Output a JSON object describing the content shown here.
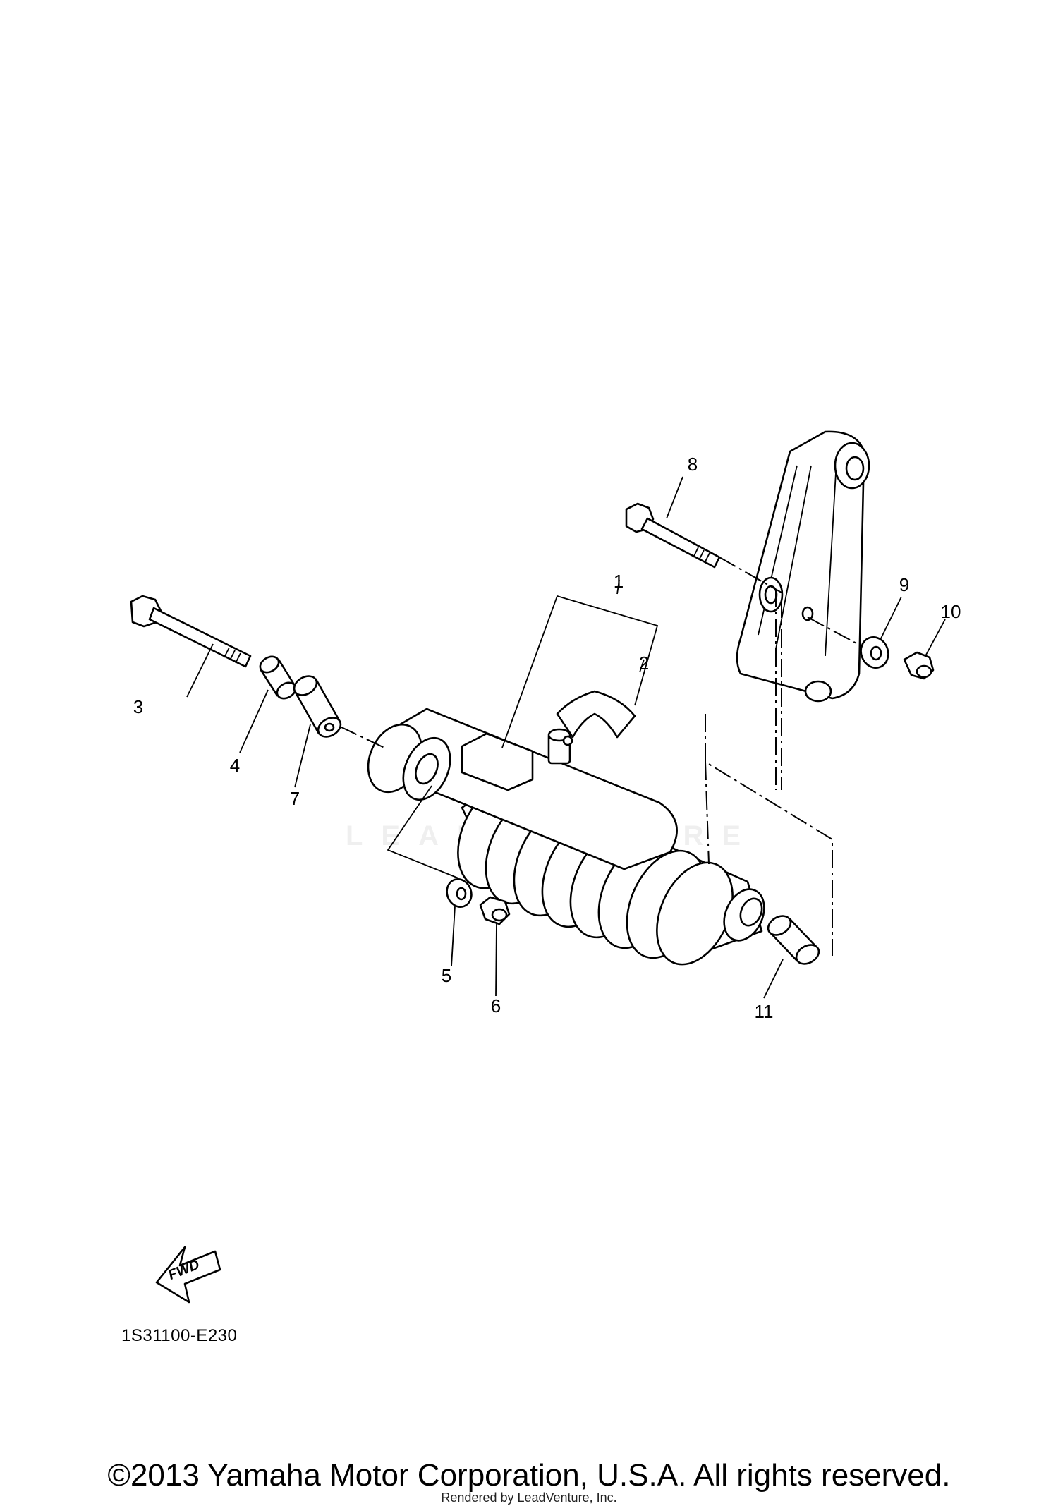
{
  "diagram": {
    "callouts": [
      {
        "id": "1",
        "part": "rear-shock-absorber-assembly"
      },
      {
        "id": "2",
        "part": "label"
      },
      {
        "id": "3",
        "part": "bolt"
      },
      {
        "id": "4",
        "part": "collar"
      },
      {
        "id": "5",
        "part": "washer"
      },
      {
        "id": "6",
        "part": "nut"
      },
      {
        "id": "7",
        "part": "collar"
      },
      {
        "id": "8",
        "part": "bolt"
      },
      {
        "id": "9",
        "part": "washer"
      },
      {
        "id": "10",
        "part": "nut"
      },
      {
        "id": "11",
        "part": "collar"
      }
    ],
    "fwd_label": "FWD",
    "diagram_code": "1S31100-E230",
    "watermark": "LEADVENTURE"
  },
  "footer": {
    "copyright": "©2013 Yamaha Motor Corporation, U.S.A. All rights reserved.",
    "rendered_by": "Rendered by LeadVenture, Inc."
  }
}
